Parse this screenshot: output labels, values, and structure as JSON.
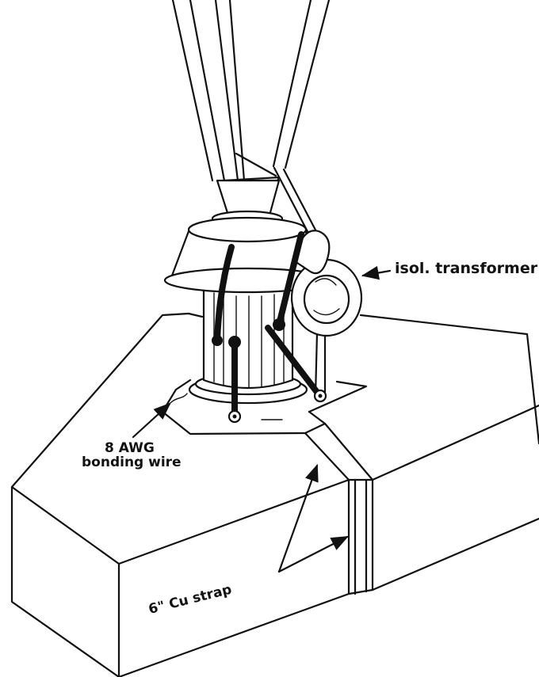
{
  "labels": {
    "isol_transformer": "isol. transformer",
    "bonding_wire_line1": "8 AWG",
    "bonding_wire_line2": "bonding wire",
    "cu_strap": "6\" Cu strap"
  },
  "colors": {
    "ink": "#111111",
    "paper": "#ffffff"
  }
}
